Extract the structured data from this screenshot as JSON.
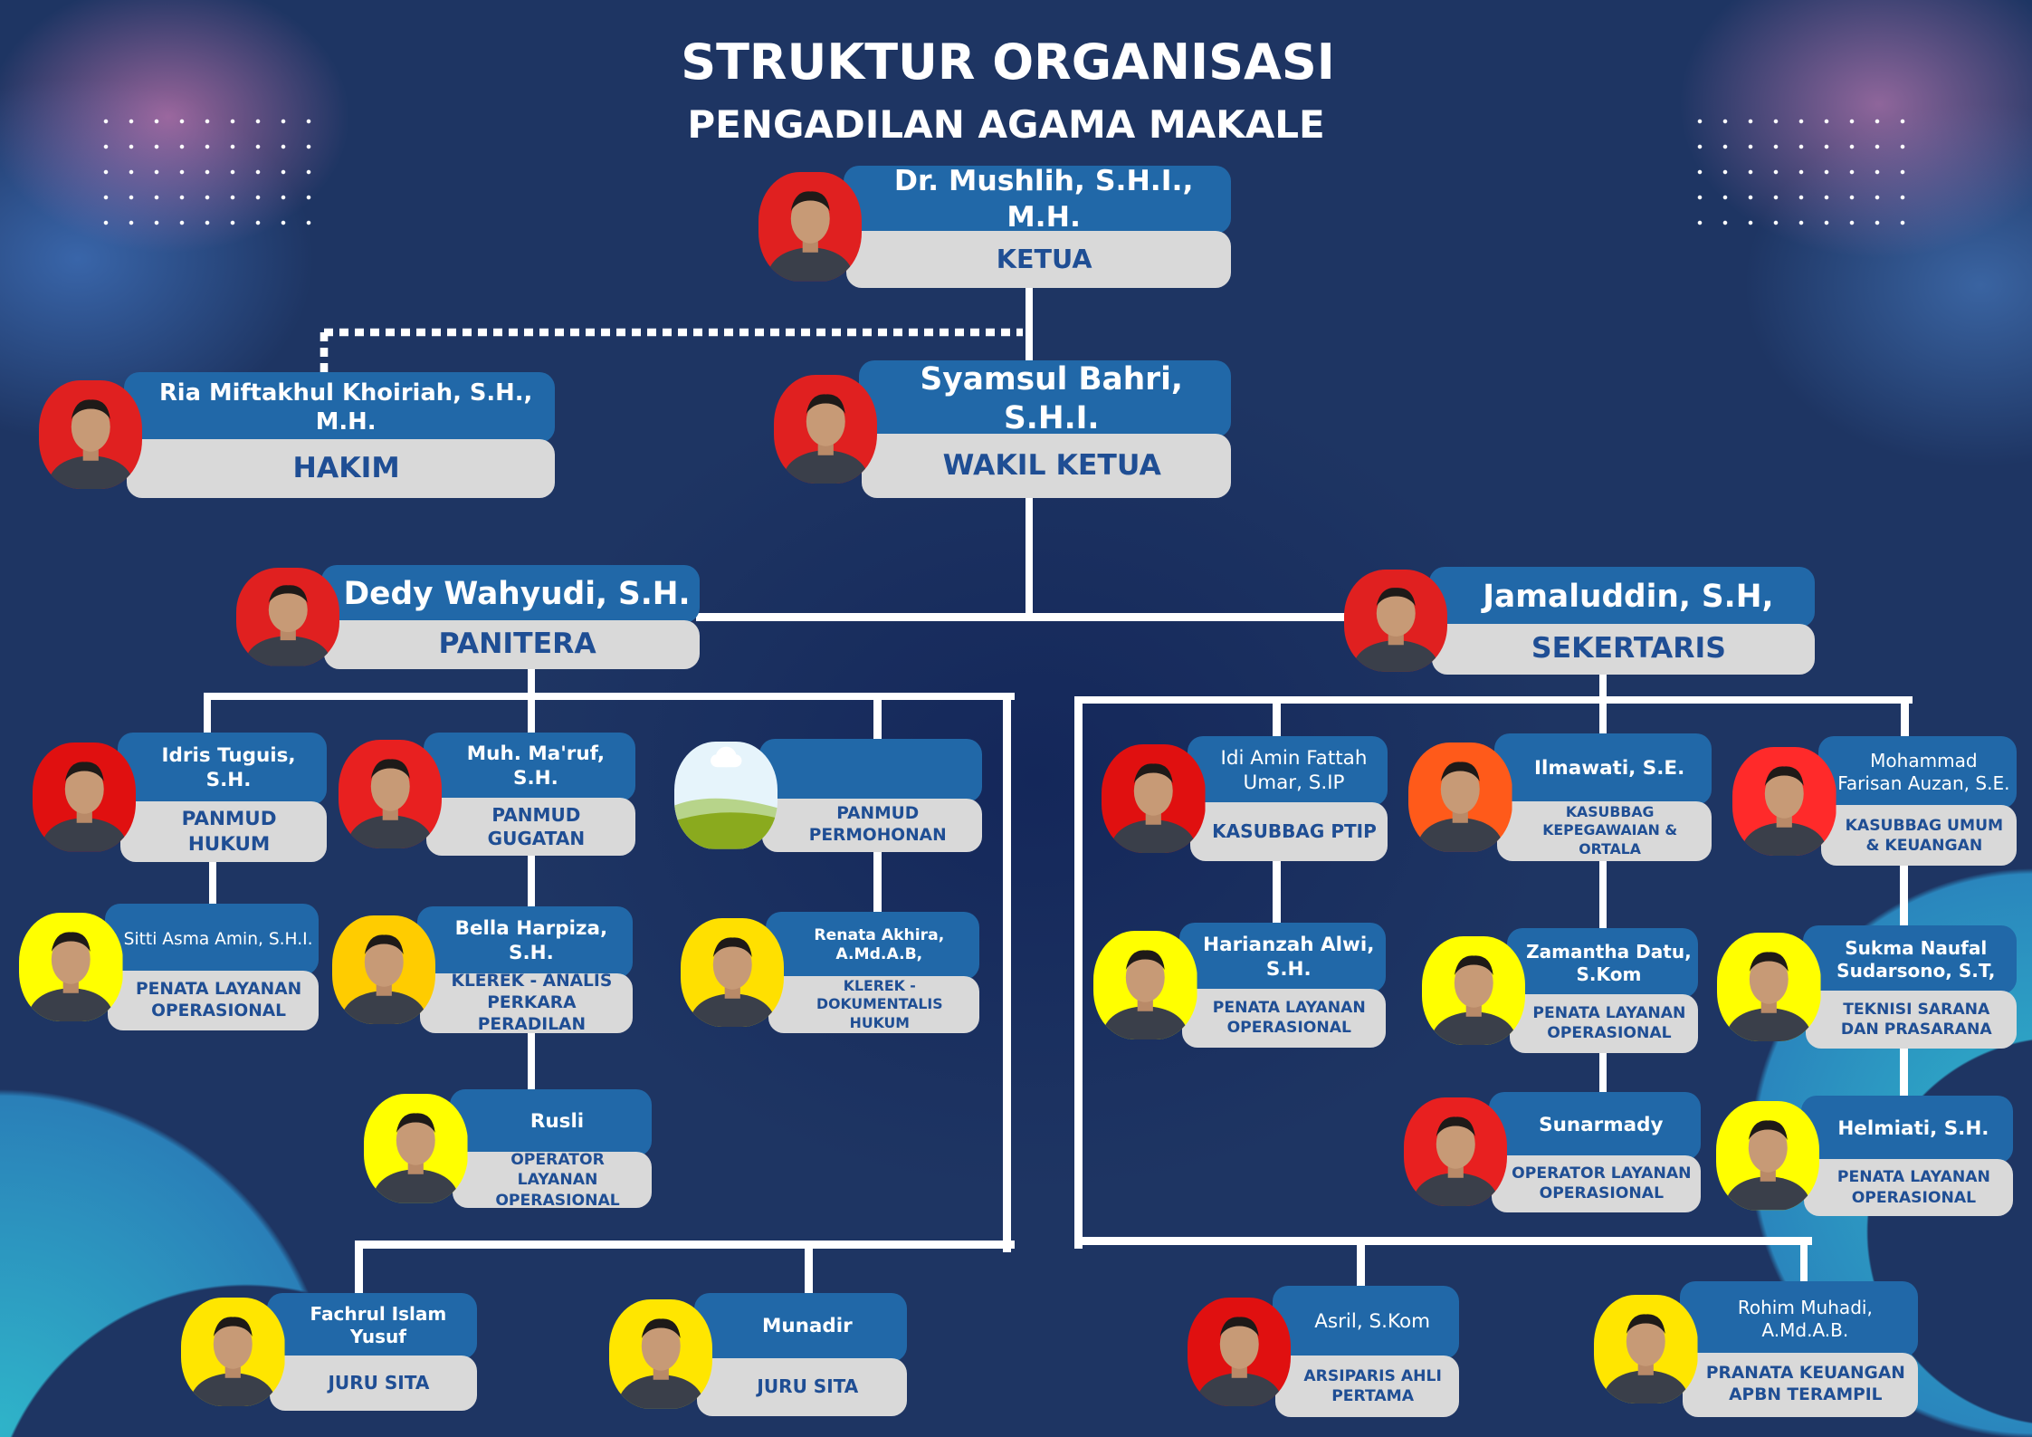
{
  "header": {
    "title": "STRUKTUR ORGANISASI",
    "subtitle": "PENGADILAN AGAMA MAKALE"
  },
  "colors": {
    "background": "#1e3563",
    "name_box": "#2168a8",
    "role_box": "#d9d9d9",
    "role_text": "#1f4e94",
    "accent_teal": "#2fb3c9"
  },
  "people": [
    {
      "name": "Dr. Mushlih, S.H.I., M.H.",
      "role": "KETUA",
      "photo_bg": "#e02020"
    },
    {
      "name": "Ria Miftakhul Khoiriah, S.H., M.H.",
      "role": "HAKIM",
      "photo_bg": "#e02020"
    },
    {
      "name": "Syamsul Bahri, S.H.I.",
      "role": "WAKIL KETUA",
      "photo_bg": "#e02020"
    },
    {
      "name": "Dedy Wahyudi, S.H.",
      "role": "PANITERA",
      "photo_bg": "#e02020"
    },
    {
      "name": "Jamaluddin, S.H,",
      "role": "SEKERTARIS",
      "photo_bg": "#e02020"
    },
    {
      "name": "Idris Tuguis, S.H.",
      "role": "PANMUD HUKUM",
      "photo_bg": "#e01010"
    },
    {
      "name": "Muh. Ma'ruf, S.H.",
      "role": "PANMUD GUGATAN",
      "photo_bg": "#e82020"
    },
    {
      "name": "",
      "role": "PANMUD PERMOHONAN",
      "photo_bg": "#dff1fb"
    },
    {
      "name": "Sitti Asma Amin, S.H.I.",
      "role": "PENATA LAYANAN OPERASIONAL",
      "photo_bg": "#ffff00"
    },
    {
      "name": "Bella Harpiza, S.H.",
      "role": "KLEREK - ANALIS PERKARA PERADILAN",
      "photo_bg": "#ffcc00"
    },
    {
      "name": "Renata Akhira, A.Md.A.B,",
      "role": "KLEREK - DOKUMENTALIS HUKUM",
      "photo_bg": "#ffe000"
    },
    {
      "name": "Rusli",
      "role": "OPERATOR LAYANAN OPERASIONAL",
      "photo_bg": "#ffff00"
    },
    {
      "name": "Idi Amin Fattah Umar, S.IP",
      "role": "KASUBBAG PTIP",
      "photo_bg": "#e01010"
    },
    {
      "name": "Ilmawati, S.E.",
      "role": "KASUBBAG KEPEGAWAIAN & ORTALA",
      "photo_bg": "#ff5a1a"
    },
    {
      "name": "Mohammad Farisan Auzan, S.E.",
      "role": "KASUBBAG UMUM & KEUANGAN",
      "photo_bg": "#ff2a2a"
    },
    {
      "name": "Harianzah Alwi, S.H.",
      "role": "PENATA LAYANAN OPERASIONAL",
      "photo_bg": "#ffff00"
    },
    {
      "name": "Zamantha Datu, S.Kom",
      "role": "PENATA LAYANAN OPERASIONAL",
      "photo_bg": "#ffff00"
    },
    {
      "name": "Sukma Naufal Sudarsono, S.T,",
      "role": "TEKNISI SARANA DAN PRASARANA",
      "photo_bg": "#ffff00"
    },
    {
      "name": "Sunarmady",
      "role": "OPERATOR LAYANAN OPERASIONAL",
      "photo_bg": "#e82020"
    },
    {
      "name": "Helmiati, S.H.",
      "role": "PENATA LAYANAN OPERASIONAL",
      "photo_bg": "#ffff00"
    },
    {
      "name": "Fachrul Islam Yusuf",
      "role": "JURU SITA",
      "photo_bg": "#ffe600"
    },
    {
      "name": "Munadir",
      "role": "JURU SITA",
      "photo_bg": "#ffe600"
    },
    {
      "name": "Asril, S.Kom",
      "role": "ARSIPARIS AHLI PERTAMA",
      "photo_bg": "#e01010"
    },
    {
      "name": "Rohim Muhadi, A.Md.A.B.",
      "role": "PRANATA KEUANGAN APBN TERAMPIL",
      "photo_bg": "#ffe600"
    }
  ]
}
